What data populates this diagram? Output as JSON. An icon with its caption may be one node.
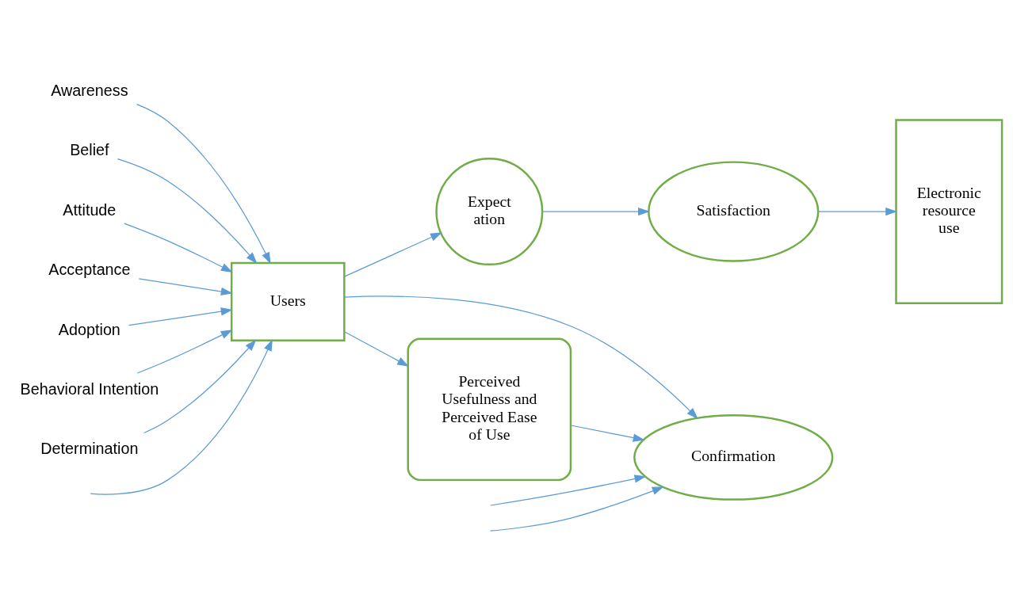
{
  "diagram": {
    "nodes": [
      {
        "text": [
          "Awareness"
        ]
      },
      {
        "text": [
          "Belief"
        ]
      },
      {
        "text": [
          "Attitude"
        ]
      },
      {
        "text": [
          "Acceptance"
        ]
      },
      {
        "text": [
          "Adoption"
        ]
      },
      {
        "text": [
          "Behavioral Intention"
        ]
      },
      {
        "text": [
          "Determination"
        ]
      },
      {
        "text": [
          "Users"
        ]
      },
      {
        "text": [
          "Expect ation"
        ]
      },
      {
        "text": [
          "Satisfaction"
        ]
      },
      {
        "text": [
          "Electronic resource use"
        ]
      },
      {
        "text": [
          "Confirmation"
        ]
      },
      {
        "text": [
          "Perceived Usefulness and Perceived Ease of Use"
        ]
      }
    ],
    "edges": [
      {
        "from": 0,
        "to": 7,
        "arrow": "to"
      },
      {
        "from": 1,
        "to": 7,
        "arrow": "to"
      },
      {
        "from": 2,
        "to": 7,
        "arrow": "to"
      },
      {
        "from": 3,
        "to": 7,
        "arrow": "to"
      },
      {
        "from": 4,
        "to": 7,
        "arrow": "to"
      },
      {
        "from": 5,
        "to": 7,
        "arrow": "to"
      },
      {
        "from": 6,
        "to": 7,
        "arrow": "to"
      },
      {
        "from": null,
        "to": 7,
        "arrow": "to"
      },
      {
        "from": 7,
        "to": 8,
        "arrow": "to"
      },
      {
        "from": 7,
        "to": 11,
        "arrow": "to"
      },
      {
        "from": 7,
        "to": 12,
        "arrow": "to"
      },
      {
        "from": 12,
        "to": 11,
        "arrow": "to"
      },
      {
        "from": 8,
        "to": 9,
        "arrow": "to"
      },
      {
        "from": 9,
        "to": 10,
        "arrow": "to"
      },
      {
        "from": null,
        "to": 11,
        "arrow": "to"
      },
      {
        "from": null,
        "to": 11,
        "arrow": "to"
      }
    ]
  }
}
